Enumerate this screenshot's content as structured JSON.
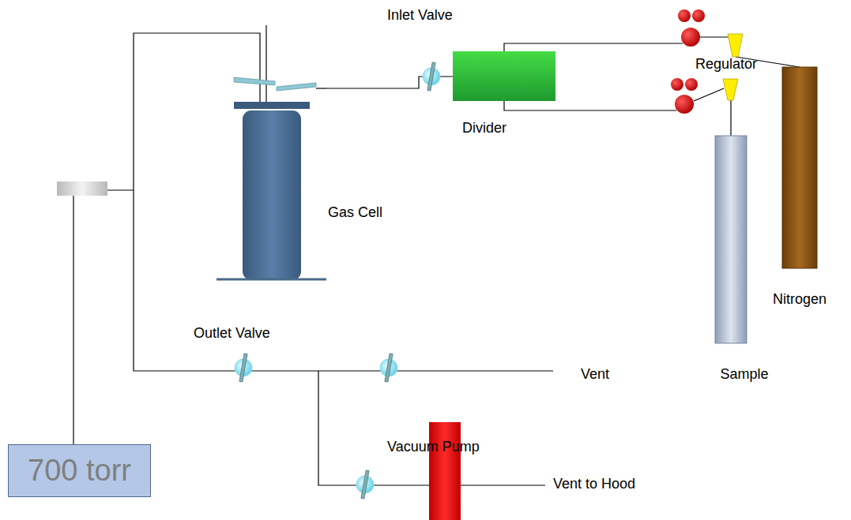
{
  "diagram": {
    "nodes": [
      {
        "text": [
          "Gas Cell"
        ]
      },
      {
        "text": [
          "Divider"
        ]
      },
      {
        "text": [
          "Nitrogen"
        ]
      },
      {
        "text": [
          "Sample"
        ]
      },
      {
        "text": [
          "700 torr"
        ]
      }
    ],
    "edges": [
      {
        "from": 0,
        "to": 1,
        "arrow": "none"
      },
      {
        "from": 1,
        "to": 2,
        "arrow": "none"
      },
      {
        "from": 1,
        "to": 3,
        "arrow": "none"
      }
    ],
    "labels": [
      "Inlet Valve",
      "Regulator",
      "Outlet Valve",
      "Vent",
      "Vacuum Pump",
      "Vent to Hood"
    ]
  }
}
